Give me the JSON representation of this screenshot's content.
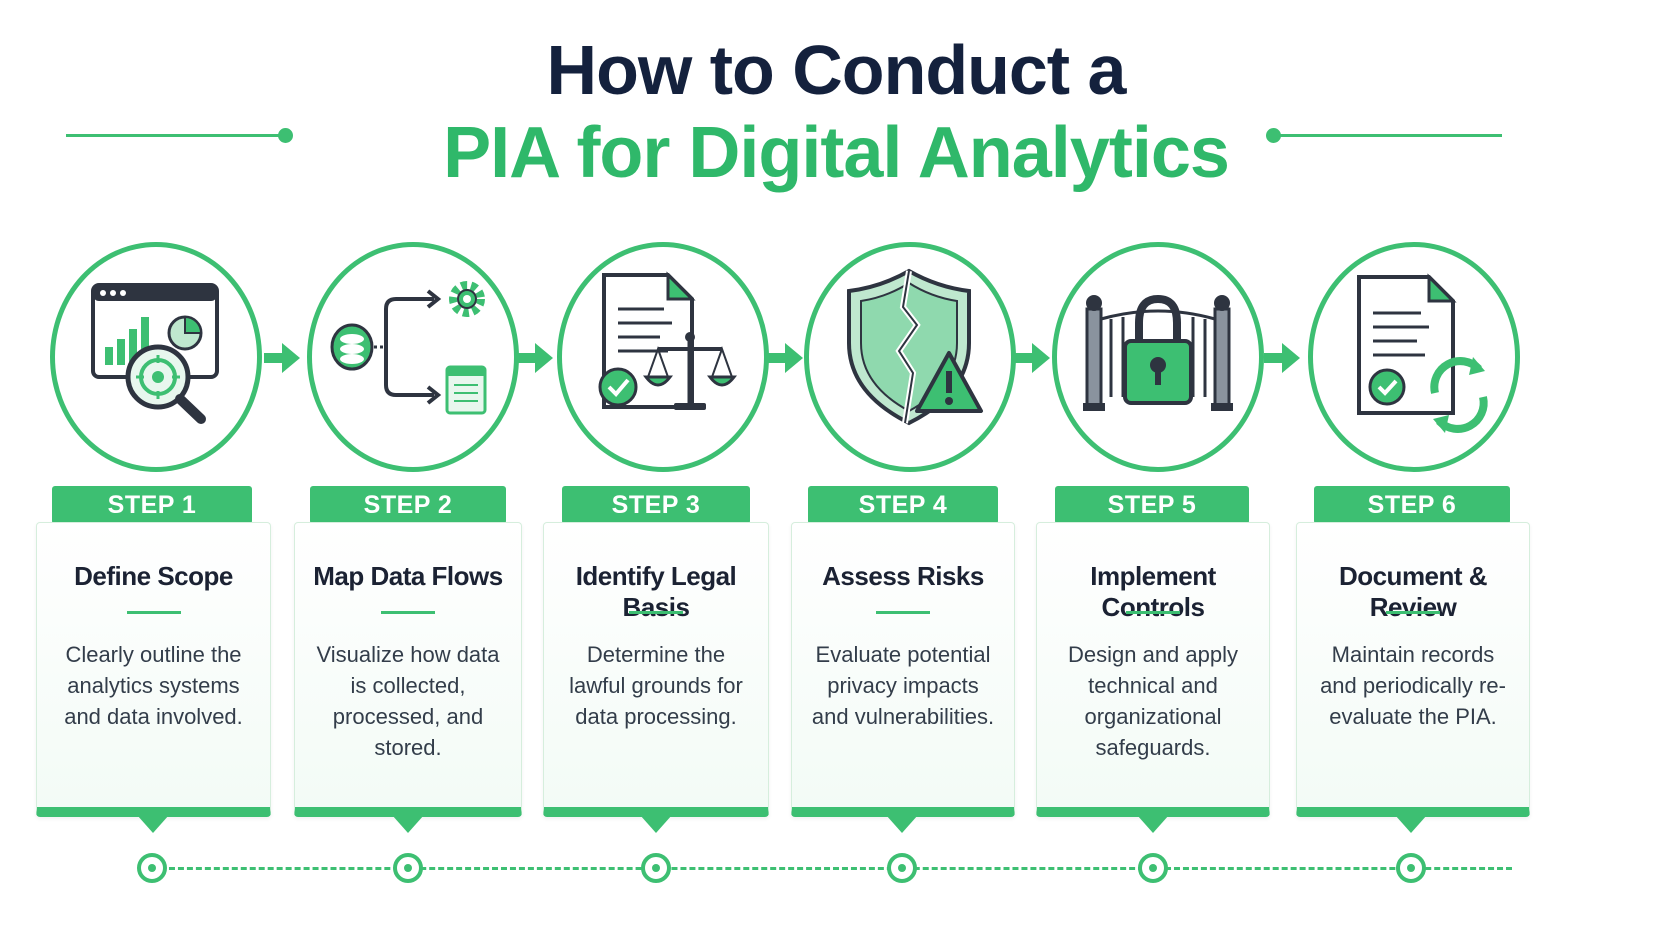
{
  "title": {
    "line1": "How to Conduct a",
    "line2": "PIA for Digital Analytics"
  },
  "colors": {
    "accent": "#3dbf72",
    "title_dark": "#14213d",
    "title_green": "#2fb86a"
  },
  "steps": [
    {
      "badge": "STEP 1",
      "title": "Define Scope",
      "text": "Clearly outline the analytics systems and data involved.",
      "icon": "analytics-dashboard-magnifier-icon"
    },
    {
      "badge": "STEP 2",
      "title": "Map Data Flows",
      "text": "Visualize how data is collected, processed, and stored.",
      "icon": "data-flow-icon"
    },
    {
      "badge": "STEP 3",
      "title": "Identify Legal Basis",
      "text": "Determine the lawful grounds for data processing.",
      "icon": "document-scales-icon"
    },
    {
      "badge": "STEP 4",
      "title": "Assess Risks",
      "text": "Evaluate potential privacy impacts and vulnerabilities.",
      "icon": "cracked-shield-warning-icon"
    },
    {
      "badge": "STEP 5",
      "title": "Implement Controls",
      "text": "Design and apply technical and organizational safeguards.",
      "icon": "gate-padlock-icon"
    },
    {
      "badge": "STEP 6",
      "title": "Document & Review",
      "text": "Maintain records and periodically re-evaluate the PIA.",
      "icon": "document-refresh-icon"
    }
  ]
}
